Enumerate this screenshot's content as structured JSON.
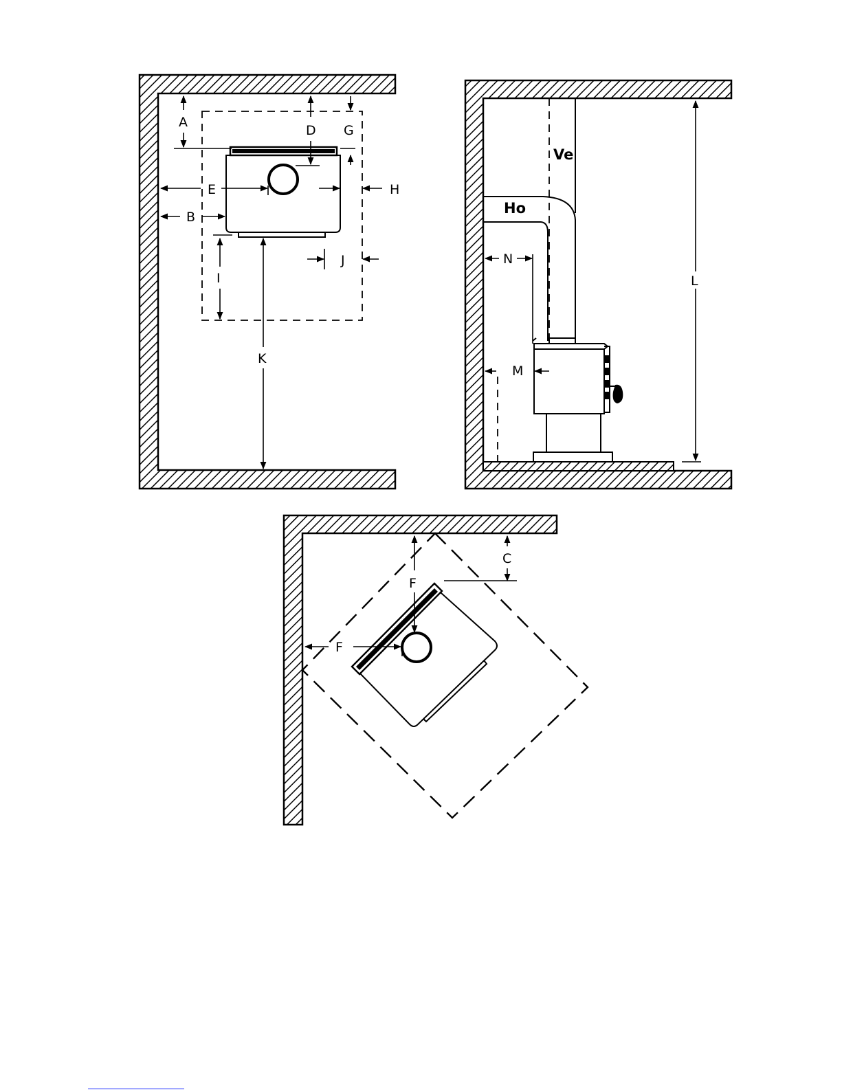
{
  "diagram": {
    "labels": {
      "A": "A",
      "B": "B",
      "C": "C",
      "D": "D",
      "E": "E",
      "F": "F",
      "G": "G",
      "H": "H",
      "I": "I",
      "J": "J",
      "K": "K",
      "L": "L",
      "M": "M",
      "N": "N",
      "Ve": "Ve",
      "Ho": "Ho"
    }
  }
}
